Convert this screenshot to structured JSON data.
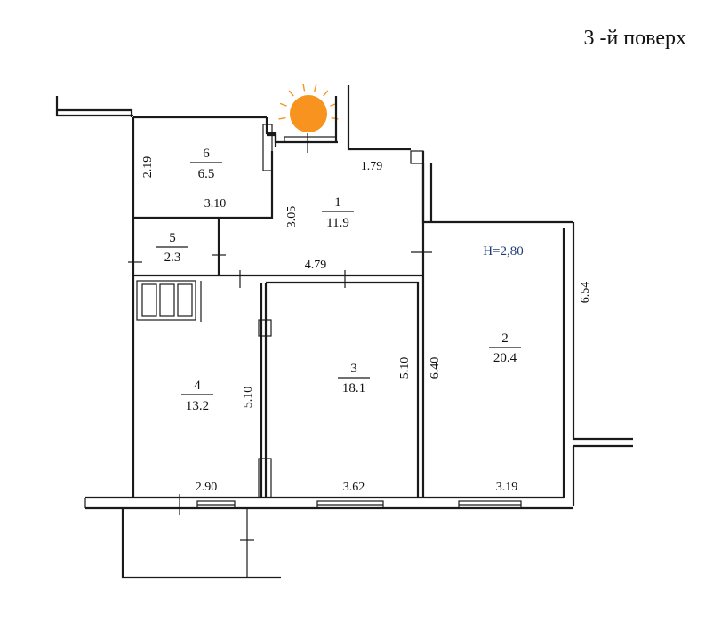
{
  "floor_label": "3 -й поверх",
  "sun_color": "#f7931e",
  "height_label": "H=2,80",
  "height_color": "#1f3d7a",
  "rooms": [
    {
      "number": "6",
      "area": "6.5"
    },
    {
      "number": "1",
      "area": "11.9"
    },
    {
      "number": "5",
      "area": "2.3"
    },
    {
      "number": "4",
      "area": "13.2"
    },
    {
      "number": "3",
      "area": "18.1"
    },
    {
      "number": "2",
      "area": "20.4"
    }
  ],
  "dimensions": {
    "d_2_19": "2.19",
    "d_3_10": "3.10",
    "d_3_05": "3.05",
    "d_1_79": "1.79",
    "d_4_79": "4.79",
    "d_6_54": "6.54",
    "d_5_10_left": "5.10",
    "d_5_10_mid": "5.10",
    "d_6_40": "6.40",
    "d_2_90": "2.90",
    "d_3_62": "3.62",
    "d_3_19": "3.19"
  }
}
